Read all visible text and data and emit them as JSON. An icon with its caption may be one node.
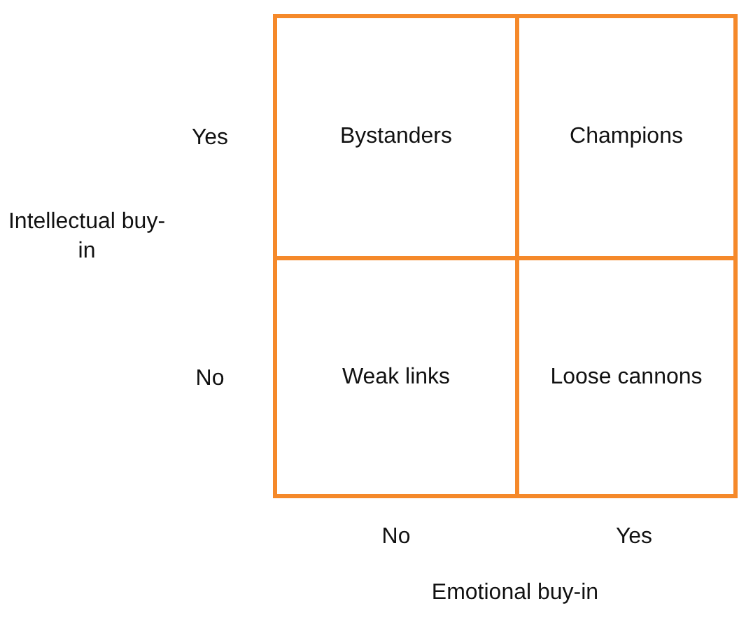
{
  "diagram": {
    "nodes": [
      {
        "text": [
          "Bystanders"
        ]
      },
      {
        "text": [
          "Champions"
        ]
      },
      {
        "text": [
          "Weak links"
        ]
      },
      {
        "text": [
          "Loose cannons"
        ]
      }
    ],
    "labels": [
      "Yes",
      "Intellectual buy-in",
      "No",
      "No",
      "Yes",
      "Emotional buy-in"
    ]
  }
}
